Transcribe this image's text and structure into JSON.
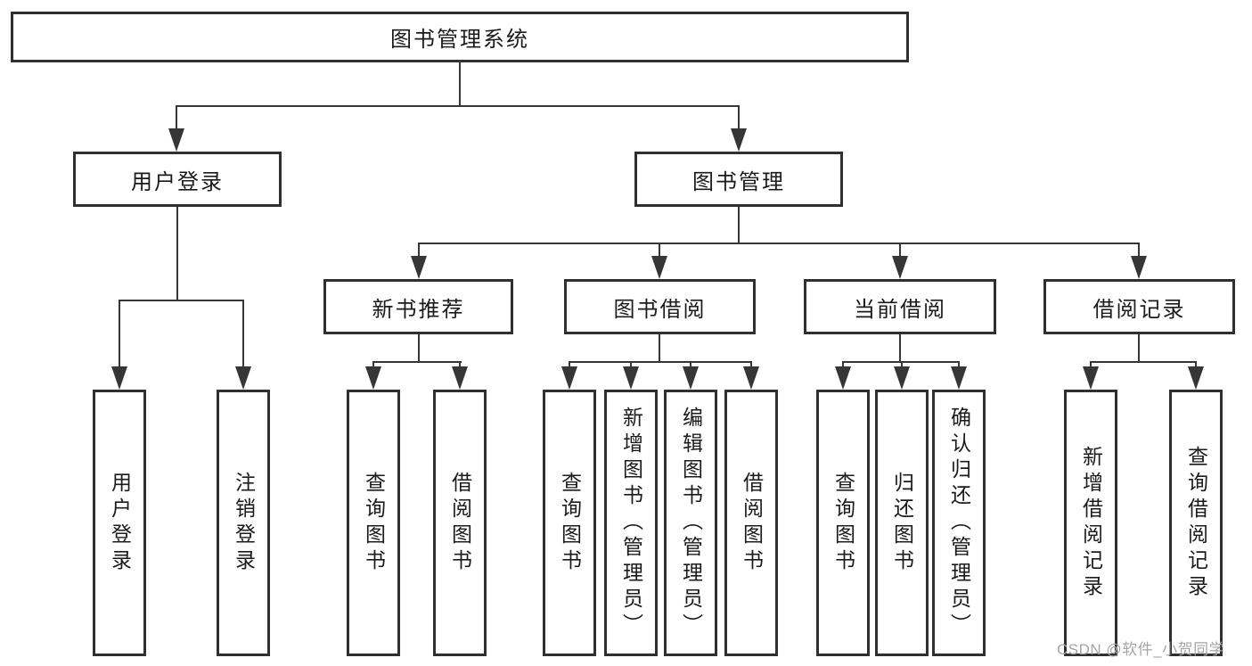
{
  "tree": {
    "root": {
      "label": "图书管理系统"
    },
    "branches": [
      {
        "label": "用户登录",
        "leaves": [
          {
            "label": "用户登录"
          },
          {
            "label": "注销登录"
          }
        ]
      },
      {
        "label": "图书管理",
        "groups": [
          {
            "label": "新书推荐",
            "leaves": [
              {
                "label": "查询图书"
              },
              {
                "label": "借阅图书"
              }
            ]
          },
          {
            "label": "图书借阅",
            "leaves": [
              {
                "label": "查询图书"
              },
              {
                "label": "新增图书（管理员）"
              },
              {
                "label": "编辑图书（管理员）"
              },
              {
                "label": "借阅图书"
              }
            ]
          },
          {
            "label": "当前借阅",
            "leaves": [
              {
                "label": "查询图书"
              },
              {
                "label": "归还图书"
              },
              {
                "label": "确认归还（管理员）"
              }
            ]
          },
          {
            "label": "借阅记录",
            "leaves": [
              {
                "label": "新增借阅记录"
              },
              {
                "label": "查询借阅记录"
              }
            ]
          }
        ]
      }
    ]
  },
  "watermark": {
    "text": "CSDN @软件_小贺同学"
  },
  "colors": {
    "line": "#363636",
    "box_border": "#303030",
    "text": "#1b1b1b",
    "watermark": "#a6a6a6",
    "background": "#ffffff"
  }
}
